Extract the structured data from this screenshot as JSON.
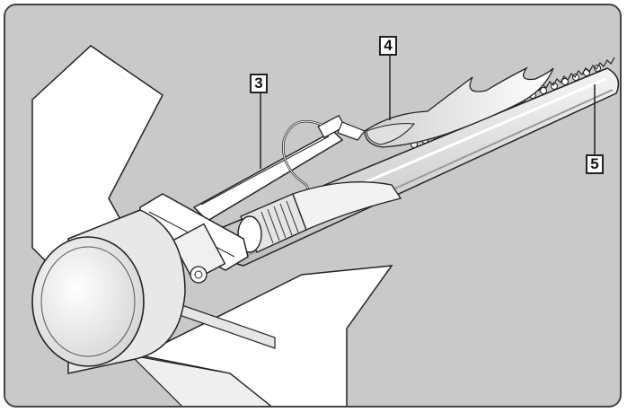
{
  "diagram": {
    "callouts": [
      {
        "id": "3",
        "label": "3"
      },
      {
        "id": "4",
        "label": "4"
      },
      {
        "id": "5",
        "label": "5"
      }
    ],
    "colors": {
      "background": "#c9c9c9",
      "line": "#222222",
      "fill": "#ffffff",
      "shade": "#d8d8d8"
    }
  }
}
